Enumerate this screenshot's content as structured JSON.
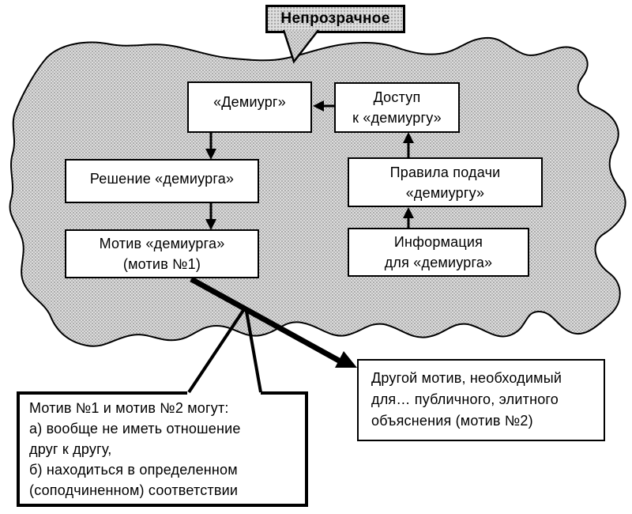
{
  "label": {
    "text": "Непрозрачное"
  },
  "boxes": {
    "demiurge": {
      "lines": [
        "«Демиург»"
      ]
    },
    "access": {
      "lines": [
        "Доступ",
        "к «демиургу»"
      ]
    },
    "decision": {
      "lines": [
        "Решение «демиурга»"
      ]
    },
    "rules": {
      "lines": [
        "Правила подачи",
        "«демиургу»"
      ]
    },
    "motive": {
      "lines": [
        "Мотив «демиурга»",
        "(мотив №1)"
      ]
    },
    "information": {
      "lines": [
        "Информация",
        "для «демиурга»"
      ]
    }
  },
  "callout": {
    "lines": [
      "Мотив №1 и мотив №2 могут:",
      "а) вообще не иметь отношение",
      "друг к другу,",
      "б) находиться в определенном",
      "(соподчиненном) соответствии"
    ]
  },
  "note": {
    "lines": [
      "Другой мотив, необходимый",
      "для… публичного, элитного",
      "объяснения (мотив №2)"
    ]
  },
  "connections": [
    {
      "from": "access",
      "to": "demiurge",
      "style": "thin"
    },
    {
      "from": "demiurge",
      "to": "decision",
      "style": "thin"
    },
    {
      "from": "decision",
      "to": "motive",
      "style": "thin"
    },
    {
      "from": "information",
      "to": "rules",
      "style": "thin"
    },
    {
      "from": "rules",
      "to": "access",
      "style": "thin"
    },
    {
      "from": "motive",
      "to": "note",
      "style": "thick"
    },
    {
      "from": "callout",
      "to": "motive-arrow",
      "style": "pointer"
    }
  ],
  "colors": {
    "line": "#000000",
    "box_fill": "#ffffff",
    "blob_base": "#dedede",
    "blob_dot": "#a8a8a8",
    "page_bg": "#ffffff"
  }
}
